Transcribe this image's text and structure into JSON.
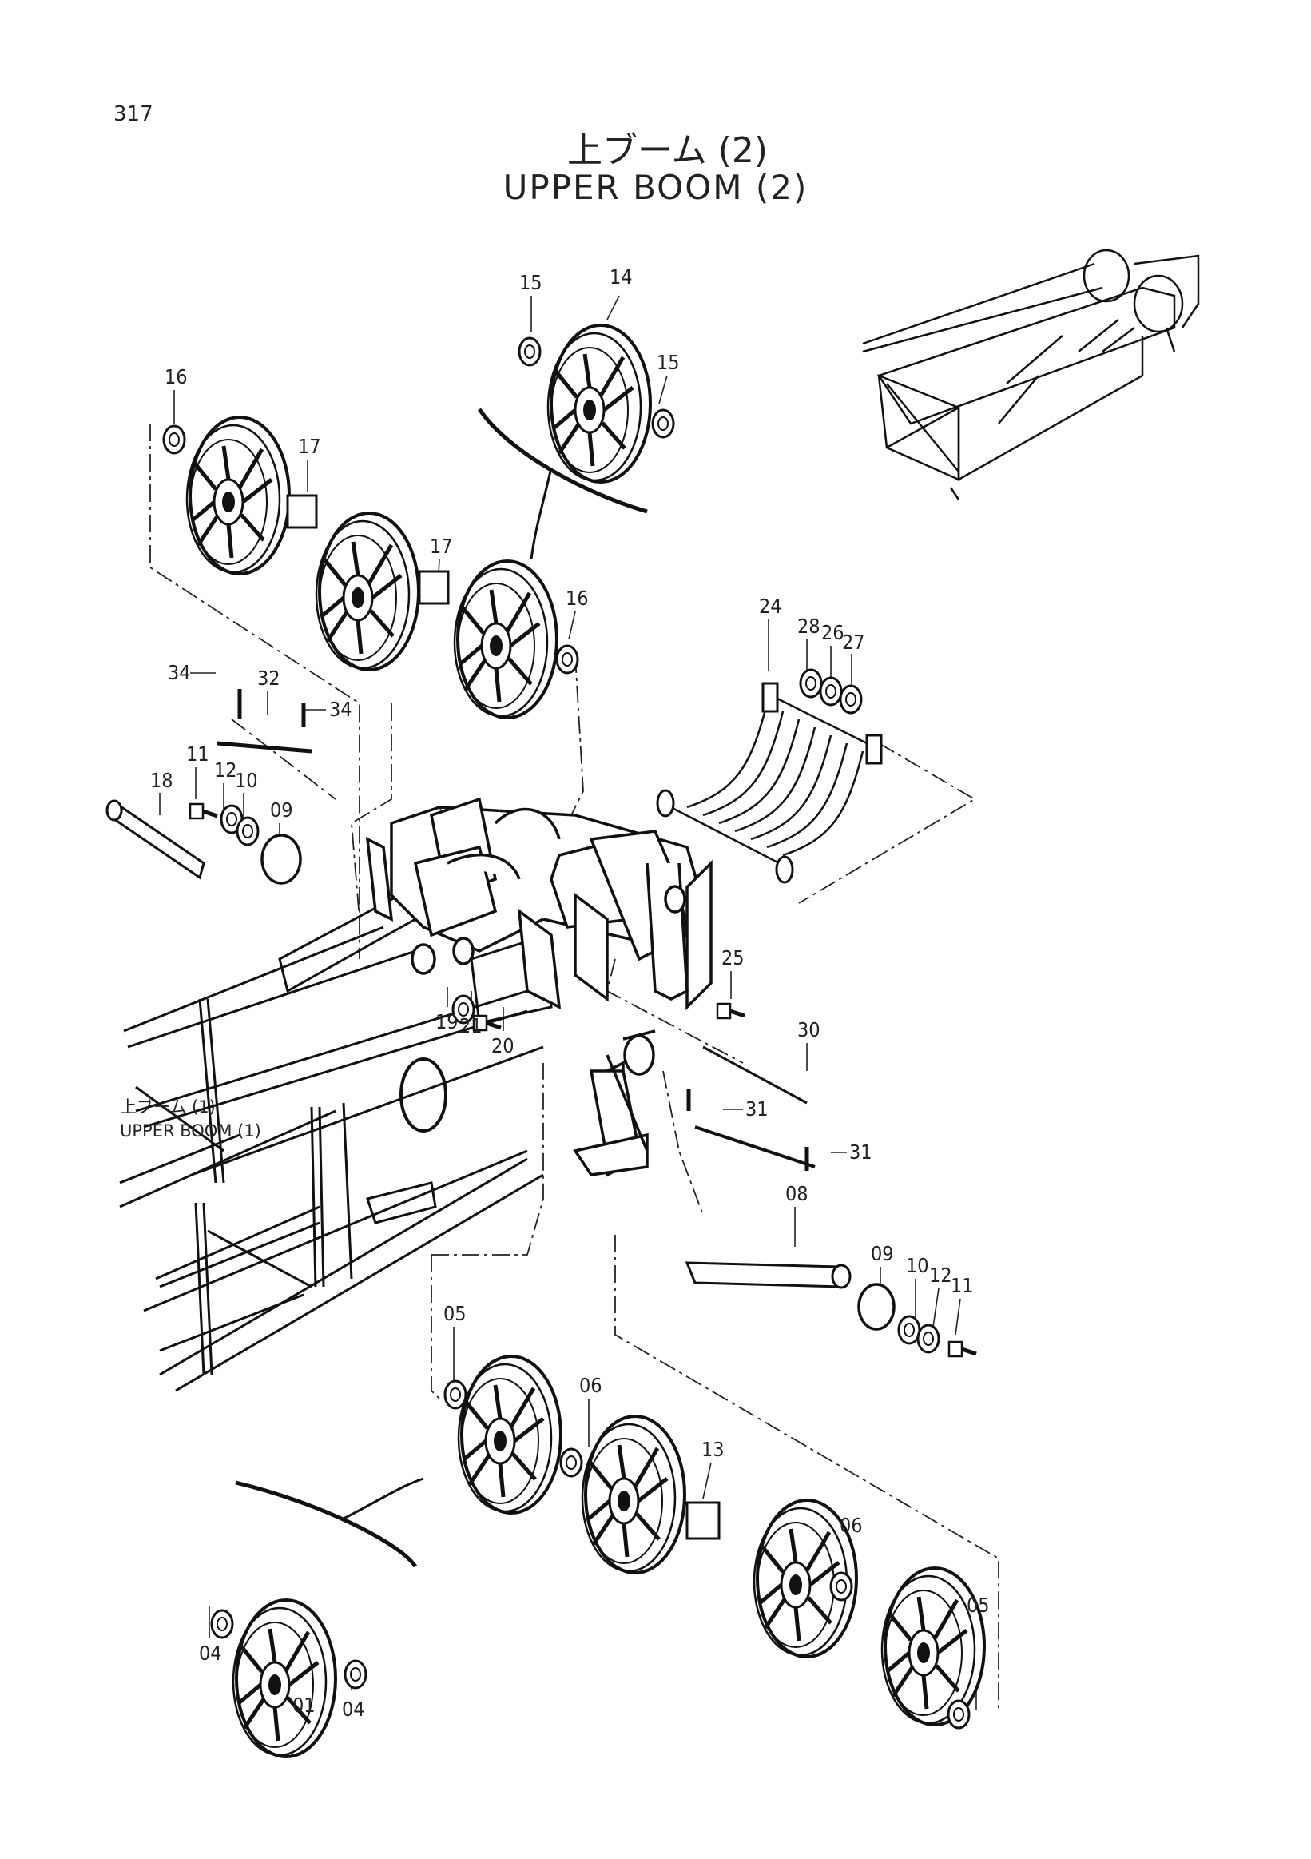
{
  "page_number": "317",
  "title_jp": "上ブーム (2)",
  "title_en": "UPPER BOOM (2)",
  "reference": {
    "jp": "上ブーム (1)",
    "en": "UPPER BOOM (1)"
  },
  "callouts": [
    {
      "id": "c15a",
      "text": "15"
    },
    {
      "id": "c14",
      "text": "14"
    },
    {
      "id": "c15b",
      "text": "15"
    },
    {
      "id": "c16a",
      "text": "16"
    },
    {
      "id": "c17a",
      "text": "17"
    },
    {
      "id": "c17b",
      "text": "17"
    },
    {
      "id": "c16b",
      "text": "16"
    },
    {
      "id": "c24",
      "text": "24"
    },
    {
      "id": "c28",
      "text": "28"
    },
    {
      "id": "c26",
      "text": "26"
    },
    {
      "id": "c27",
      "text": "27"
    },
    {
      "id": "c34a",
      "text": "34"
    },
    {
      "id": "c32",
      "text": "32"
    },
    {
      "id": "c34b",
      "text": "34"
    },
    {
      "id": "c18",
      "text": "18"
    },
    {
      "id": "c11a",
      "text": "11"
    },
    {
      "id": "c12a",
      "text": "12"
    },
    {
      "id": "c10a",
      "text": "10"
    },
    {
      "id": "c09a",
      "text": "09"
    },
    {
      "id": "c25",
      "text": "25"
    },
    {
      "id": "c19",
      "text": "19"
    },
    {
      "id": "c21",
      "text": "21"
    },
    {
      "id": "c20",
      "text": "20"
    },
    {
      "id": "c30",
      "text": "30"
    },
    {
      "id": "c31a",
      "text": "31"
    },
    {
      "id": "c31b",
      "text": "31"
    },
    {
      "id": "c08",
      "text": "08"
    },
    {
      "id": "c09b",
      "text": "09"
    },
    {
      "id": "c10b",
      "text": "10"
    },
    {
      "id": "c12b",
      "text": "12"
    },
    {
      "id": "c11b",
      "text": "11"
    },
    {
      "id": "c05a",
      "text": "05"
    },
    {
      "id": "c06a",
      "text": "06"
    },
    {
      "id": "c13",
      "text": "13"
    },
    {
      "id": "c06b",
      "text": "06"
    },
    {
      "id": "c05b",
      "text": "05"
    },
    {
      "id": "c04a",
      "text": "04"
    },
    {
      "id": "c01",
      "text": "01"
    },
    {
      "id": "c04b",
      "text": "04"
    }
  ]
}
